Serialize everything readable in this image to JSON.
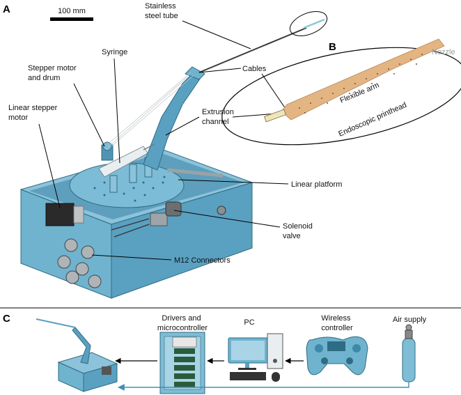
{
  "panels": {
    "a": "A",
    "b": "B",
    "c": "C"
  },
  "scale_bar": {
    "label": "100 mm"
  },
  "labels": {
    "stainless_tube": [
      "Stainless",
      "steel tube"
    ],
    "syringe": "Syringe",
    "stepper_drum": [
      "Stepper motor",
      "and drum"
    ],
    "cables": "Cables",
    "linear_motor": [
      "Linear stepper",
      "motor"
    ],
    "extrusion": [
      "Extrusion",
      "channel"
    ],
    "linear_platform": "Linear platform",
    "solenoid": [
      "Solenoid",
      "valve"
    ],
    "m12": "M12 Connectors",
    "nozzle": "Nozzle",
    "flexible_arm": "Flexible arm",
    "endoscopic_printhead": "Endoscopic printhead",
    "drivers": [
      "Drivers and",
      "microcontroller"
    ],
    "pc": "PC",
    "wireless": [
      "Wireless",
      "controller"
    ],
    "air": "Air supply"
  },
  "colors": {
    "device": "#6fb3cf",
    "device_dark": "#3f88a8",
    "device_light": "#a9d4e6",
    "arm": "#e3b582",
    "air_line": "#3f8fb8"
  }
}
